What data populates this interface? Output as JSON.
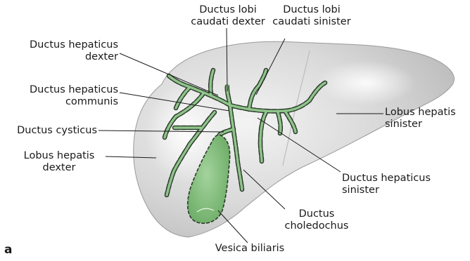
{
  "panel_letter": "a",
  "colors": {
    "liver_fill": "#d6d6d6",
    "liver_highlight": "#f2f2f2",
    "duct_fill": "#8fc48a",
    "duct_outline": "#2b3a2b",
    "leader_line": "#1a1a1a"
  },
  "labels": {
    "ductus_lobi_caudati_dexter": {
      "line1": "Ductus lobi",
      "line2": "caudati dexter"
    },
    "ductus_lobi_caudati_sinister": {
      "line1": "Ductus lobi",
      "line2": "caudati sinister"
    },
    "ductus_hepaticus_dexter": {
      "line1": "Ductus hepaticus",
      "line2": "dexter"
    },
    "ductus_hepaticus_communis": {
      "line1": "Ductus hepaticus",
      "line2": "communis"
    },
    "ductus_cysticus": {
      "line1": "Ductus cysticus"
    },
    "lobus_hepatis_dexter": {
      "line1": "Lobus hepatis",
      "line2": "dexter"
    },
    "lobus_hepatis_sinister": {
      "line1": "Lobus hepatis",
      "line2": "sinister"
    },
    "ductus_hepaticus_sinister": {
      "line1": "Ductus hepaticus",
      "line2": "sinister"
    },
    "ductus_choledochus": {
      "line1": "Ductus",
      "line2": "choledochus"
    },
    "vesica_biliaris": {
      "line1": "Vesica biliaris"
    }
  }
}
